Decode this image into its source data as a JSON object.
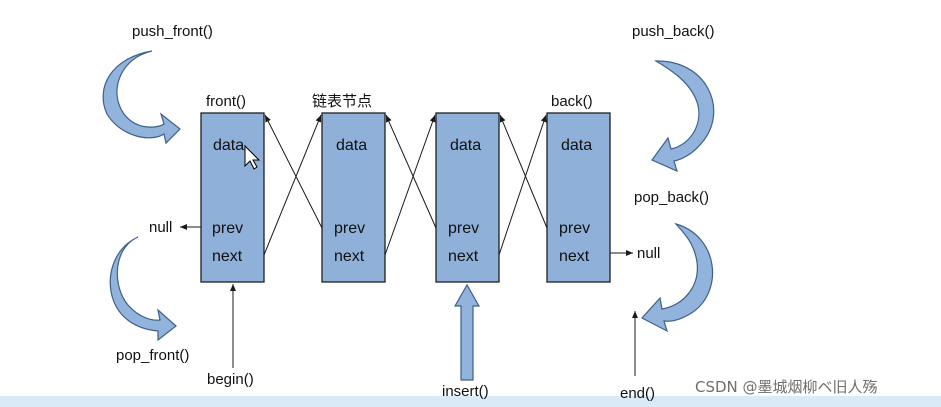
{
  "labels": {
    "push_front": "push_front()",
    "pop_front": "pop_front()",
    "push_back": "push_back()",
    "pop_back": "pop_back()",
    "front": "front()",
    "back": "back()",
    "node_caption": "链表节点",
    "null_left": "null",
    "null_right": "null",
    "begin": "begin()",
    "insert": "insert()",
    "end": "end()"
  },
  "nodes": [
    {
      "data": "data",
      "prev": "prev",
      "next": "next"
    },
    {
      "data": "data",
      "prev": "prev",
      "next": "next"
    },
    {
      "data": "data",
      "prev": "prev",
      "next": "next"
    },
    {
      "data": "data",
      "prev": "prev",
      "next": "next"
    }
  ],
  "watermark": "CSDN @墨城烟柳ベ旧人殇",
  "colors": {
    "node_fill": "#8fb0d8",
    "node_stroke": "#202020",
    "curved_arrow_fill": "#92b3dc",
    "curved_arrow_stroke": "#3e5f8a",
    "bottom_strip": "#dbeaf7"
  }
}
